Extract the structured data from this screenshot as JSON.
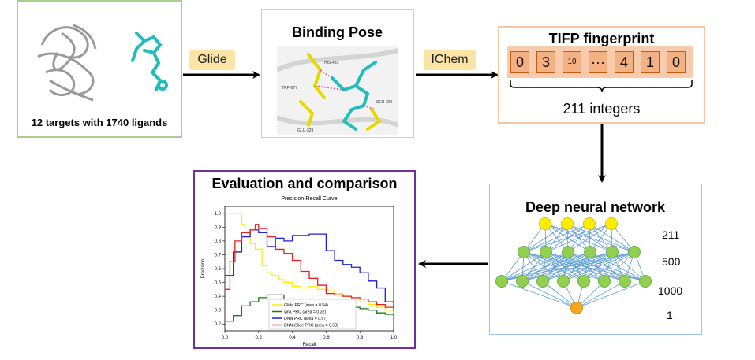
{
  "targets_panel": {
    "caption": "12 targets with 1740 ligands"
  },
  "binding_panel": {
    "title": "Binding Pose",
    "residues": [
      "TRP-677",
      "HIS-431",
      "SER-220",
      "GLU-329"
    ]
  },
  "arrows": {
    "glide_label": "Glide",
    "ichem_label": "IChem"
  },
  "fingerprint_panel": {
    "title": "TIFP fingerprint",
    "cells": [
      "0",
      "3",
      "10",
      "···",
      "4",
      "1",
      "0"
    ],
    "caption": "211 integers",
    "colors": {
      "cell_fill": "#f4b183",
      "cell_border": "#c55a11"
    }
  },
  "dnn_panel": {
    "title": "Deep neural network",
    "layer_sizes": [
      "211",
      "500",
      "1000",
      "1"
    ],
    "colors": {
      "input": "#ffee00",
      "hidden": "#92d050",
      "output": "#f5a623",
      "edges": "#5b9bd5"
    }
  },
  "evaluation_panel": {
    "title": "Evaluation and comparison",
    "chart_data": {
      "type": "line",
      "title": "Precision-Recall Curve",
      "xlabel": "Recall",
      "ylabel": "Precision",
      "xlim": [
        0.0,
        1.0
      ],
      "ylim": [
        0.15,
        1.05
      ],
      "xticks": [
        "0.0",
        "0.2",
        "0.4",
        "0.6",
        "0.8",
        "1.0"
      ],
      "yticks": [
        "0.2",
        "0.3",
        "0.4",
        "0.5",
        "0.6",
        "0.7",
        "0.8",
        "0.9",
        "1.0"
      ],
      "legend_position": "bottom-center",
      "series": [
        {
          "name": "Glide PRC (area = 0.54)",
          "color": "#ffee00",
          "x": [
            0,
            0.05,
            0.1,
            0.12,
            0.15,
            0.18,
            0.22,
            0.25,
            0.28,
            0.32,
            0.35,
            0.4,
            0.45,
            0.5,
            0.55,
            0.6,
            0.65,
            0.7,
            0.75,
            0.8,
            0.85,
            0.9,
            0.95,
            1.0
          ],
          "y": [
            1.0,
            1.0,
            0.92,
            0.86,
            0.78,
            0.74,
            0.62,
            0.57,
            0.55,
            0.52,
            0.5,
            0.47,
            0.46,
            0.47,
            0.45,
            0.44,
            0.42,
            0.4,
            0.38,
            0.36,
            0.34,
            0.32,
            0.3,
            0.28
          ]
        },
        {
          "name": "vina PRC (area = 0.32)",
          "color": "#1a7a1a",
          "x": [
            0,
            0.05,
            0.1,
            0.15,
            0.2,
            0.25,
            0.3,
            0.35,
            0.4,
            0.45,
            0.5,
            0.55,
            0.6,
            0.65,
            0.7,
            0.75,
            0.8,
            0.85,
            0.9,
            0.95,
            1.0
          ],
          "y": [
            0.22,
            0.26,
            0.33,
            0.36,
            0.39,
            0.41,
            0.41,
            0.38,
            0.37,
            0.36,
            0.36,
            0.36,
            0.35,
            0.33,
            0.33,
            0.32,
            0.31,
            0.3,
            0.28,
            0.27,
            0.26
          ]
        },
        {
          "name": "DNN PRC (area = 0.67)",
          "color": "#1f1fd6",
          "x": [
            0,
            0.05,
            0.1,
            0.15,
            0.2,
            0.25,
            0.3,
            0.35,
            0.4,
            0.45,
            0.5,
            0.55,
            0.6,
            0.65,
            0.7,
            0.75,
            0.8,
            0.85,
            0.9,
            0.95,
            1.0
          ],
          "y": [
            0.55,
            0.72,
            0.83,
            0.88,
            0.86,
            0.76,
            0.82,
            0.8,
            0.84,
            0.84,
            0.85,
            0.85,
            0.73,
            0.66,
            0.63,
            0.61,
            0.57,
            0.51,
            0.46,
            0.36,
            0.31
          ]
        },
        {
          "name": "DNN-Glide PRC (area = 0.58)",
          "color": "#ee1c1c",
          "x": [
            0,
            0.03,
            0.06,
            0.1,
            0.15,
            0.18,
            0.2,
            0.25,
            0.3,
            0.35,
            0.4,
            0.45,
            0.5,
            0.55,
            0.6,
            0.65,
            0.7,
            0.75,
            0.8,
            0.85,
            0.9,
            0.95,
            1.0
          ],
          "y": [
            0.45,
            0.65,
            0.8,
            0.86,
            0.88,
            0.92,
            0.89,
            0.83,
            0.74,
            0.71,
            0.66,
            0.58,
            0.53,
            0.48,
            0.42,
            0.41,
            0.4,
            0.39,
            0.38,
            0.36,
            0.34,
            0.32,
            0.29
          ]
        }
      ]
    }
  }
}
